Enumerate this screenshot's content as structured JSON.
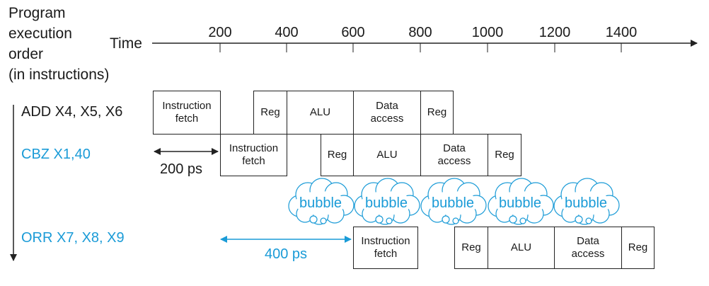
{
  "header": {
    "order_line1": "Program",
    "order_line2": "execution",
    "order_line3": "order",
    "order_line4": "(in instructions)",
    "time_label": "Time"
  },
  "time_ticks": [
    "200",
    "400",
    "600",
    "800",
    "1000",
    "1200",
    "1400"
  ],
  "instructions": [
    {
      "label": "ADD X4, X5, X6",
      "color": "#1a1a1a"
    },
    {
      "label": "CBZ X1,40",
      "color": "#1a9bd7"
    },
    {
      "label": "ORR X7, X8, X9",
      "color": "#1a9bd7"
    }
  ],
  "stages": {
    "fetch": "Instruction\nfetch",
    "reg": "Reg",
    "alu": "ALU",
    "data": "Data\naccess"
  },
  "intervals": {
    "first": "200 ps",
    "second": "400 ps"
  },
  "bubble_label": "bubble",
  "colors": {
    "accent": "#1a9bd7",
    "text": "#1a1a1a",
    "line": "#222222"
  }
}
